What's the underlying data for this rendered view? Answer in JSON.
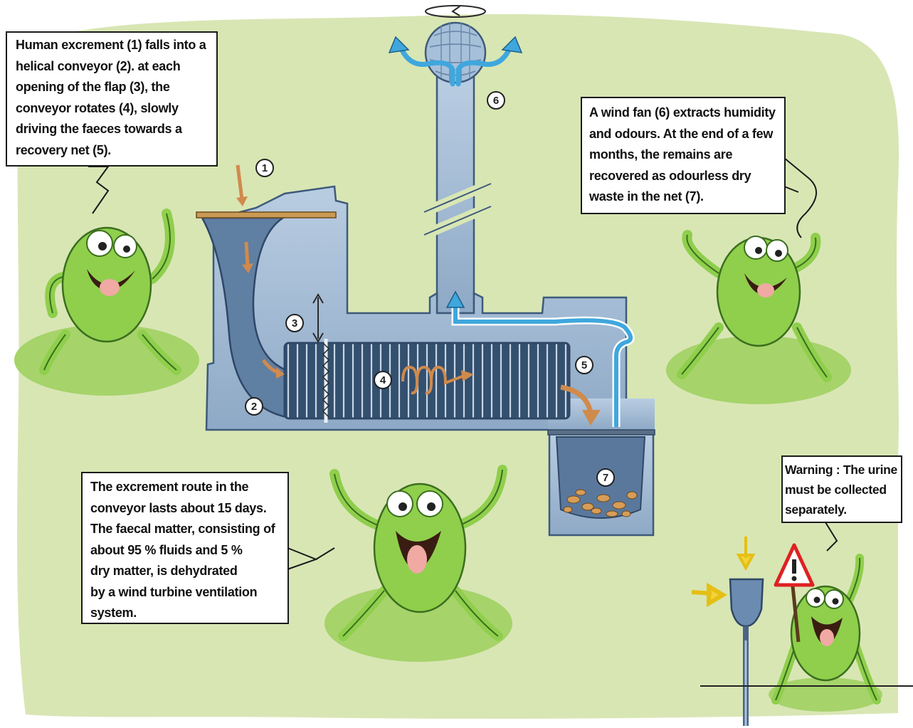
{
  "callouts": {
    "conveyor": {
      "lines": [
        "Human  excrement (1) falls into a",
        "helical conveyor (2). at each",
        "opening of the flap (3), the",
        "conveyor rotates (4), slowly",
        "driving the faeces towards a",
        "recovery net (5)."
      ]
    },
    "fan": {
      "lines": [
        "A wind fan (6) extracts humidity",
        "and odours. At the end of a few",
        "months, the remains are",
        "recovered as odourless dry",
        "waste in the net (7)."
      ]
    },
    "route": {
      "lines": [
        "The excrement route in the",
        "conveyor lasts about 15 days.",
        "The faecal matter, consisting of",
        "about 95 % fluids and 5 %",
        "dry matter, is dehydrated",
        "by a wind turbine ventilation",
        "system."
      ]
    },
    "warning": {
      "lines": [
        "Warning : The urine",
        "must be collected",
        "separately."
      ]
    }
  },
  "markers": [
    "1",
    "2",
    "3",
    "4",
    "5",
    "6",
    "7"
  ],
  "icons": {
    "warning_sign": "warning-triangle-icon",
    "airflow": "arrow-up-icon",
    "excrement_flow": "arrow-down-icon"
  },
  "colors": {
    "background_blob": "#d8e6b4",
    "machine_body": "#a9bfd6",
    "machine_outline": "#3e5a7a",
    "auger": "#2f4766",
    "faeces_arrow": "#d08a4c",
    "air_arrow": "#3fa7dd",
    "frog": "#8fcf4c",
    "frog_shadow": "#a6d36a",
    "urine_arrow": "#f1d33a"
  }
}
